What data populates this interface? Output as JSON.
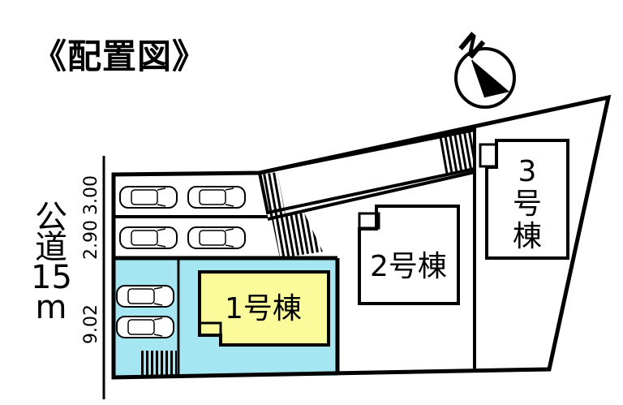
{
  "title": "《配置図》",
  "road": {
    "chars": [
      "公",
      "道",
      "15",
      "m"
    ]
  },
  "dimensions": {
    "d1": "3.00",
    "d2": "2.90",
    "d3": "9.02"
  },
  "buildings": {
    "b1": "1号棟",
    "b2": "2号棟",
    "b3": {
      "line1": "3",
      "line2": "号",
      "line3": "棟"
    }
  },
  "compass": {
    "north": "N"
  },
  "colors": {
    "lot_blue": "#a6e6f2",
    "house_yellow": "#fbfb9c",
    "line": "#000000"
  }
}
